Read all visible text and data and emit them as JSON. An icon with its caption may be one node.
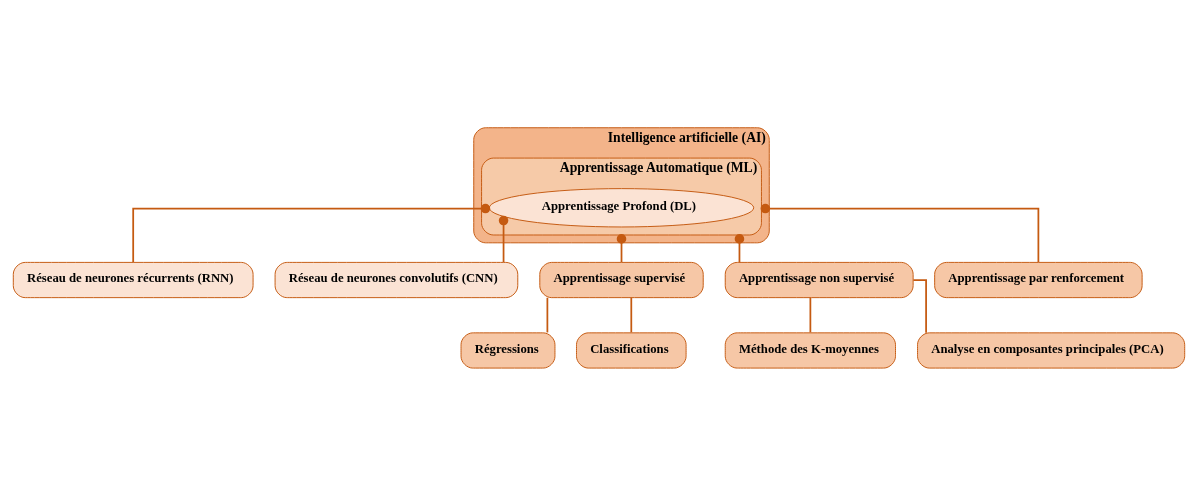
{
  "diagram": {
    "nodes": [
      {
        "text": [
          "Intelligence artificielle (AI)"
        ]
      },
      {
        "text": [
          "Apprentissage Automatique (ML)"
        ],
        "in": 0
      },
      {
        "text": [
          "Apprentissage Profond (DL)"
        ],
        "in": 1
      },
      {
        "text": [
          "Réseau de neurones récurrents (RNN)"
        ]
      },
      {
        "text": [
          "Réseau de neurones convolutifs (CNN)"
        ]
      },
      {
        "text": [
          "Apprentissage supervisé"
        ]
      },
      {
        "text": [
          "Apprentissage non supervisé"
        ]
      },
      {
        "text": [
          "Apprentissage par renforcement"
        ]
      },
      {
        "text": [
          "Régressions"
        ]
      },
      {
        "text": [
          "Classifications"
        ]
      },
      {
        "text": [
          "Méthode des K-moyennes"
        ]
      },
      {
        "text": [
          "Analyse en composantes principales (PCA)"
        ]
      }
    ],
    "edges": [
      {
        "from": 2,
        "to": 3,
        "arrow": "other"
      },
      {
        "from": 2,
        "to": 4,
        "arrow": "other"
      },
      {
        "from": 1,
        "to": 5,
        "arrow": "other"
      },
      {
        "from": 1,
        "to": 6,
        "arrow": "other"
      },
      {
        "from": 1,
        "to": 7,
        "arrow": "other"
      },
      {
        "from": 5,
        "to": 8,
        "arrow": "none"
      },
      {
        "from": 5,
        "to": 9,
        "arrow": "none"
      },
      {
        "from": 6,
        "to": 10,
        "arrow": "none"
      },
      {
        "from": 6,
        "to": 11,
        "arrow": "none"
      }
    ]
  }
}
